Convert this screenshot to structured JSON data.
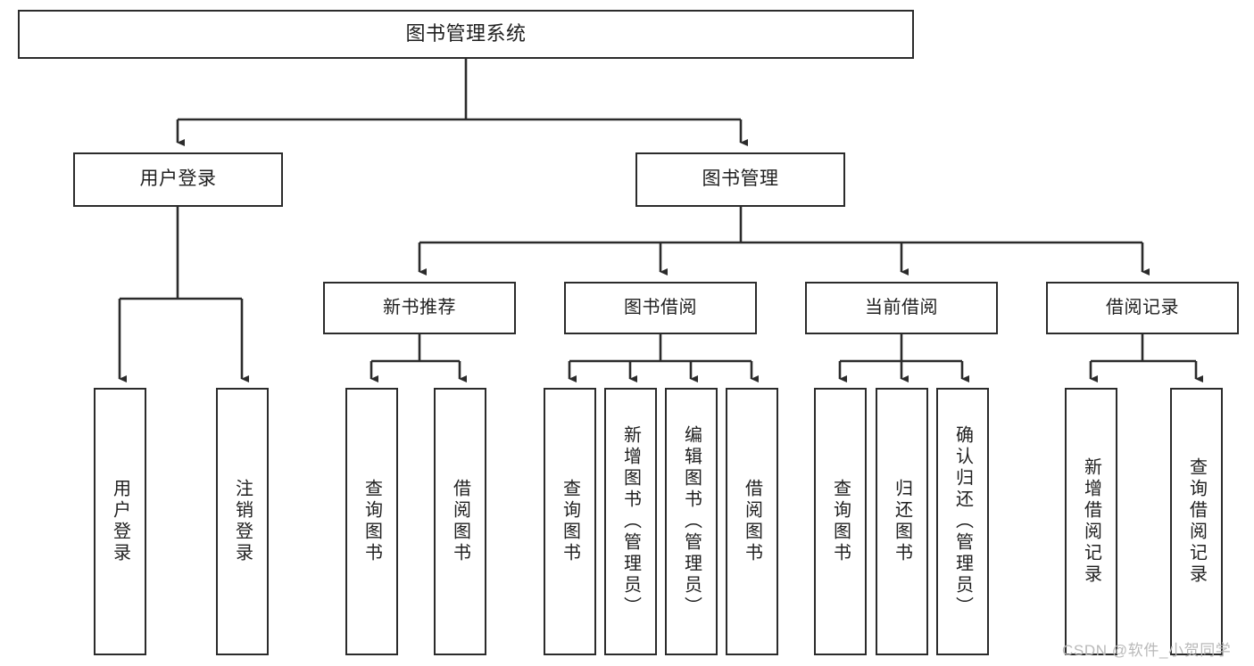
{
  "diagram": {
    "type": "hierarchy-tree",
    "title": "图书管理系统",
    "watermark": "CSDN @软件_小贺同学",
    "colors": {
      "box_border": "#2b2b2b",
      "box_fill": "#ffffff",
      "connector": "#2b2b2b",
      "text": "#1f1f1f",
      "watermark": "#b9b9b9",
      "background": "#ffffff"
    },
    "root": {
      "label": "图书管理系统"
    },
    "level1": [
      {
        "label": "用户登录"
      },
      {
        "label": "图书管理"
      }
    ],
    "level2": [
      {
        "label": "新书推荐"
      },
      {
        "label": "图书借阅"
      },
      {
        "label": "当前借阅"
      },
      {
        "label": "借阅记录"
      }
    ],
    "leaves": {
      "user_login": [
        {
          "label": "用户登录"
        },
        {
          "label": "注销登录"
        }
      ],
      "new_book_recommend": [
        {
          "label": "查询图书"
        },
        {
          "label": "借阅图书"
        }
      ],
      "book_borrow": [
        {
          "label": "查询图书"
        },
        {
          "label": "新增图书（管理员）"
        },
        {
          "label": "编辑图书（管理员）"
        },
        {
          "label": "借阅图书"
        }
      ],
      "current_borrow": [
        {
          "label": "查询图书"
        },
        {
          "label": "归还图书"
        },
        {
          "label": "确认归还（管理员）"
        }
      ],
      "borrow_record": [
        {
          "label": "新增借阅记录"
        },
        {
          "label": "查询借阅记录"
        }
      ]
    }
  }
}
